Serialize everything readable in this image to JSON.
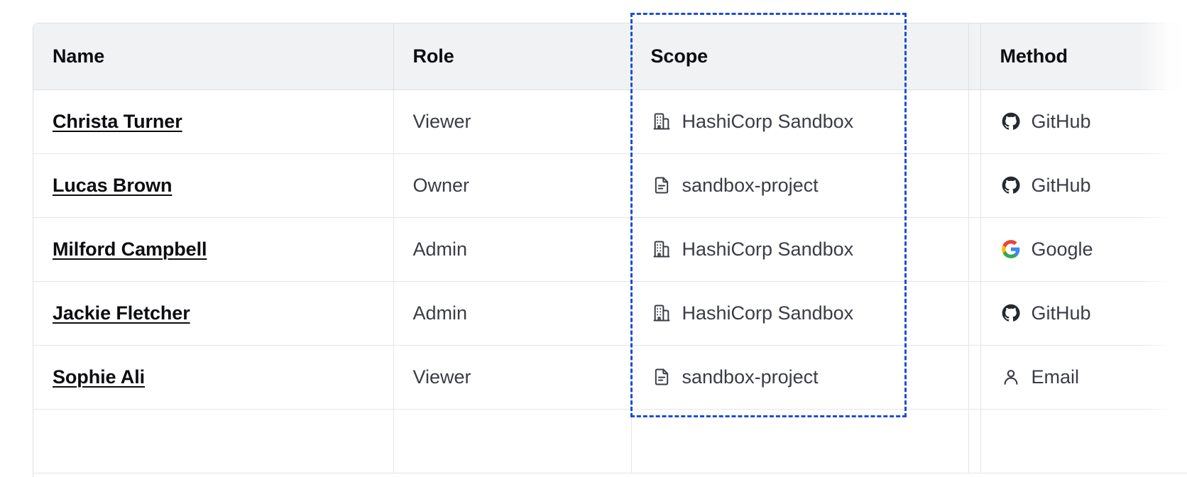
{
  "table": {
    "columns": [
      {
        "key": "name",
        "label": "Name"
      },
      {
        "key": "role",
        "label": "Role"
      },
      {
        "key": "scope",
        "label": "Scope"
      },
      {
        "key": "blank",
        "label": ""
      },
      {
        "key": "method",
        "label": "Method"
      }
    ],
    "rows": [
      {
        "name": "Christa Turner",
        "role": "Viewer",
        "scope": "HashiCorp Sandbox",
        "scope_icon": "organization-building-icon",
        "method": "GitHub",
        "method_icon": "github-icon"
      },
      {
        "name": "Lucas Brown",
        "role": "Owner",
        "scope": "sandbox-project",
        "scope_icon": "project-document-icon",
        "method": "GitHub",
        "method_icon": "github-icon"
      },
      {
        "name": "Milford Campbell",
        "role": "Admin",
        "scope": "HashiCorp Sandbox",
        "scope_icon": "organization-building-icon",
        "method": "Google",
        "method_icon": "google-icon"
      },
      {
        "name": "Jackie Fletcher",
        "role": "Admin",
        "scope": "HashiCorp Sandbox",
        "scope_icon": "organization-building-icon",
        "method": "GitHub",
        "method_icon": "github-icon"
      },
      {
        "name": "Sophie Ali",
        "role": "Viewer",
        "scope": "sandbox-project",
        "scope_icon": "project-document-icon",
        "method": "Email",
        "method_icon": "user-person-icon"
      },
      {
        "name": "",
        "role": "",
        "scope": "",
        "scope_icon": "",
        "method": "",
        "method_icon": ""
      }
    ]
  },
  "selection": {
    "target_column": "Scope",
    "outline_color": "#1d4ed8",
    "style": "dashed"
  },
  "colors": {
    "header_background": "#f1f2f3",
    "header_text": "#0c0d10",
    "body_text": "#3b3d45",
    "link_text": "#0c0d10",
    "border": "#dcdfe3",
    "row_border": "#e3e5e8",
    "surface": "#ffffff",
    "google_blue": "#4285f4",
    "google_red": "#ea4335",
    "google_yellow": "#fbbc05",
    "google_green": "#34a853",
    "github_dark": "#24292f"
  }
}
